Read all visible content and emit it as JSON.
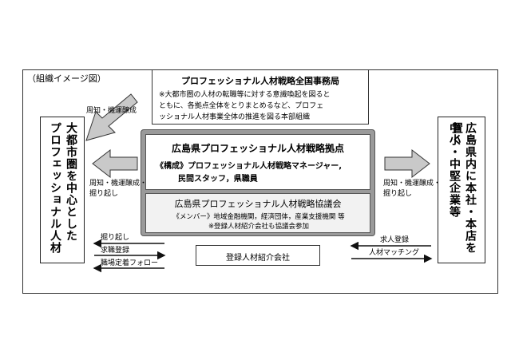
{
  "diagram": {
    "label": "（組織イメージ図）",
    "hq": {
      "title": "プロフェッショナル人材戦略全国事務局",
      "desc_lines": [
        "※大都市圏の人材の転職等に対する意識喚起を図ると",
        "ともに、各拠点全体をとりまとめるなど、プロフェ",
        "ッショナル人材事業全体の推進を図る本部組織"
      ]
    },
    "hub": {
      "title": "広島県プロフェッショナル人材戦略拠点",
      "line1": "《構成》プロフェッショナル人材戦略マネージャー,",
      "line2": "民間スタッフ，県職員"
    },
    "council": {
      "title": "広島県プロフェッショナル人材戦略協議会",
      "line1": "《メンバー》地域金融機関，経済団体，産業支援機関 等",
      "line2": "※登録人材紹介会社も協議会参加"
    },
    "registered": "登録人材紹介会社",
    "left_box": {
      "col1": "大都市圏を中心とした",
      "col2": "プロフェッショナル人材"
    },
    "right_box": {
      "col1": "広島県内に本社・本店を置く",
      "col2": "中小・中堅企業等"
    },
    "arrows": {
      "top_left": "周知・機運醸成",
      "left_line1": "周知・機運醸成・",
      "left_line2": "掘り起し",
      "right_line1": "周知・機運醸成・",
      "right_line2": "掘り起し",
      "bl_1": "掘り起し",
      "bl_2": "求職登録",
      "bl_3": "職場定着フォロー",
      "br_1": "求人登録",
      "br_2": "人材マッチング"
    }
  }
}
